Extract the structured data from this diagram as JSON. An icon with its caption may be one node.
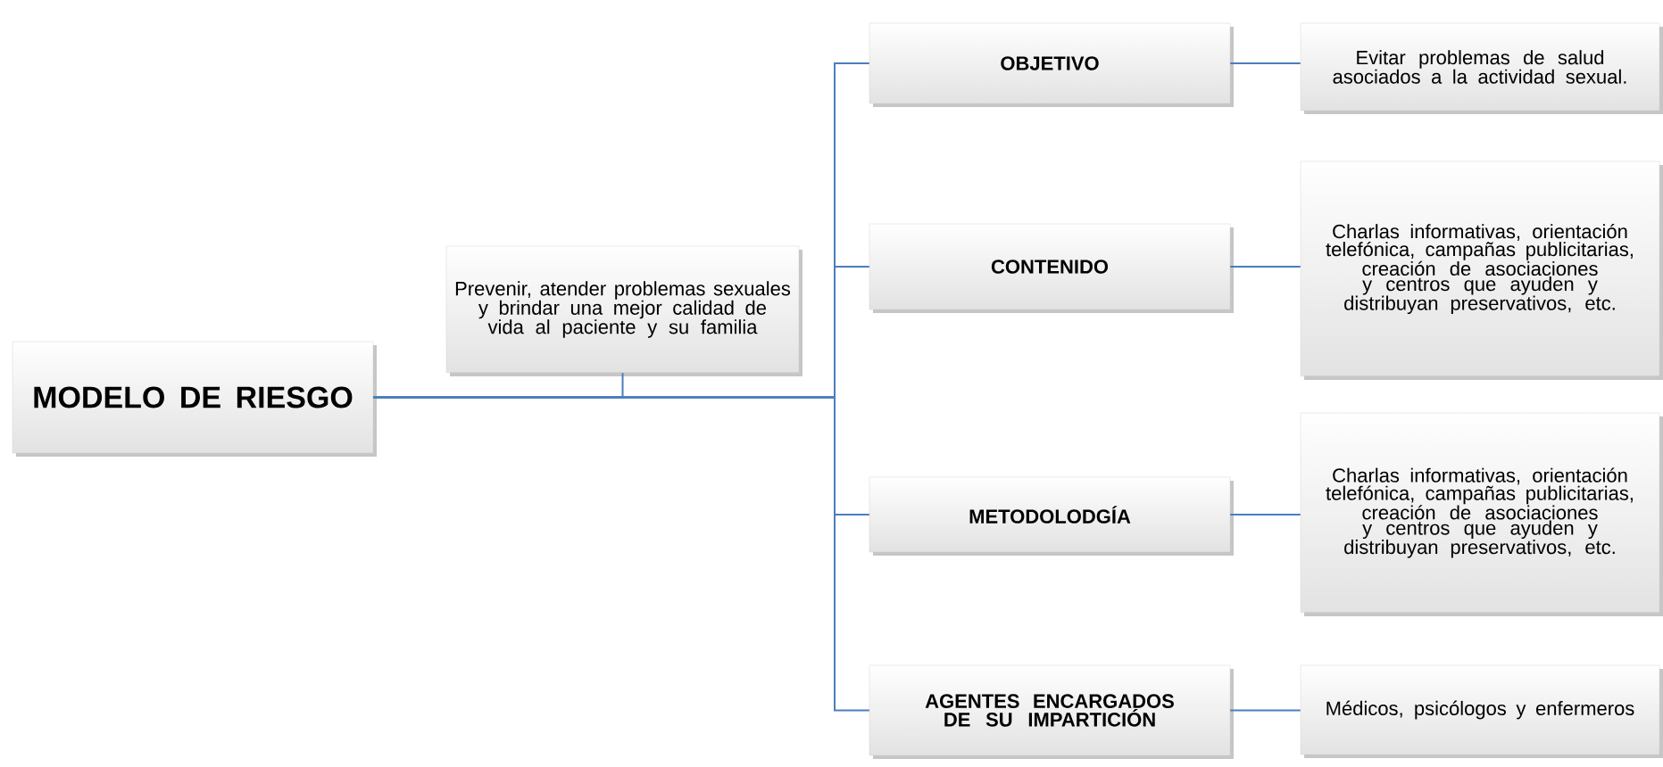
{
  "diagram": {
    "nodes": [
      {
        "text": [
          "MODELO DE RIESGO"
        ]
      },
      {
        "text": [
          "Prevenir, atender problemas sexuales y brindar una mejor calidad de vida al paciente y su familia"
        ]
      },
      {
        "text": [
          "OBJETIVO"
        ]
      },
      {
        "text": [
          "Evitar problemas de salud asociados a la actividad sexual."
        ]
      },
      {
        "text": [
          "CONTENIDO"
        ]
      },
      {
        "text": [
          "Charlas informativas, orientación telefónica, campañas publicitarias, creación de asociaciones y centros que ayuden y distribuyan preservativos, etc."
        ]
      },
      {
        "text": [
          "METODOLODGÍA"
        ]
      },
      {
        "text": [
          "Charlas informativas, orientación telefónica, campañas publicitarias, creación de asociaciones y centros que ayuden y distribuyan preservativos, etc."
        ]
      },
      {
        "text": [
          "AGENTES ENCARGADOS DE SU IMPARTICIÓN"
        ]
      },
      {
        "text": [
          "Médicos, psicólogos y enfermeros"
        ]
      }
    ],
    "edges": [
      {
        "from": 0,
        "to": 1,
        "arrow": "none"
      },
      {
        "from": 0,
        "to": 2,
        "arrow": "none"
      },
      {
        "from": 0,
        "to": 4,
        "arrow": "none"
      },
      {
        "from": 0,
        "to": 6,
        "arrow": "none"
      },
      {
        "from": 0,
        "to": 8,
        "arrow": "none"
      },
      {
        "from": 2,
        "to": 3,
        "arrow": "none"
      },
      {
        "from": 4,
        "to": 5,
        "arrow": "none"
      },
      {
        "from": 6,
        "to": 7,
        "arrow": "none"
      },
      {
        "from": 8,
        "to": 9,
        "arrow": "none"
      }
    ]
  }
}
